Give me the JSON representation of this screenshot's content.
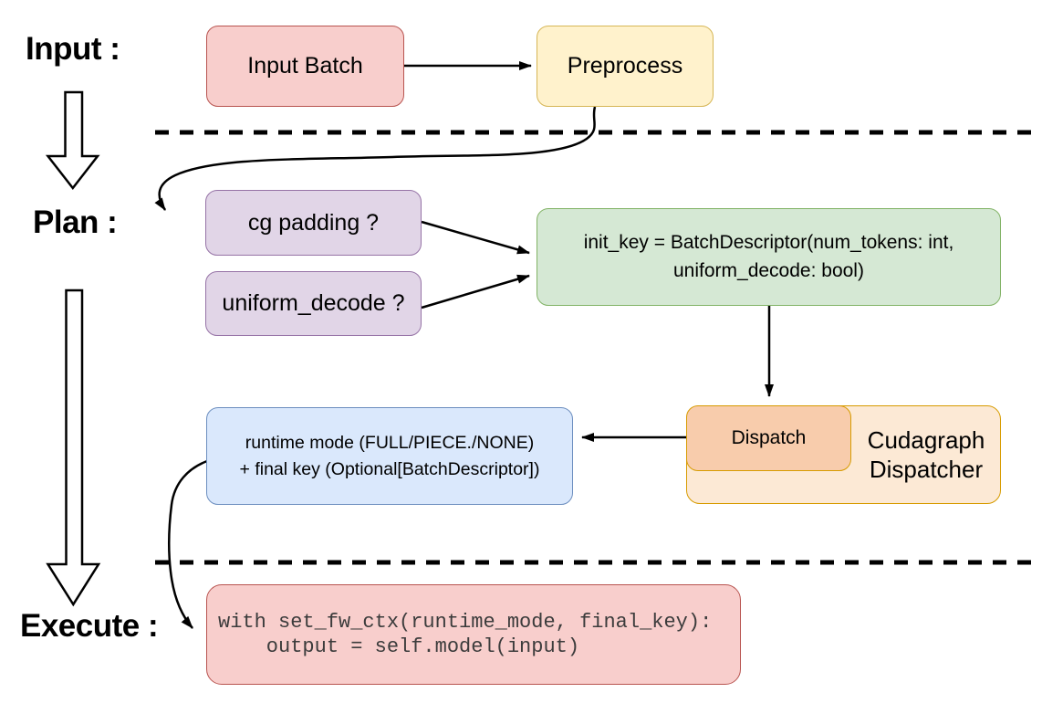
{
  "stages": {
    "input": {
      "label": "Input :"
    },
    "plan": {
      "label": "Plan :"
    },
    "execute": {
      "label": "Execute :"
    }
  },
  "nodes": {
    "input_batch": {
      "label": "Input Batch",
      "fill": "#F8CECC",
      "stroke": "#B85450"
    },
    "preprocess": {
      "label": "Preprocess",
      "fill": "#FFF2CC",
      "stroke": "#D6B656"
    },
    "cg_padding": {
      "label": "cg padding ?",
      "fill": "#E1D5E7",
      "stroke": "#9673A6"
    },
    "uniform_decode": {
      "label": "uniform_decode ?",
      "fill": "#E1D5E7",
      "stroke": "#9673A6"
    },
    "init_key": {
      "label": "init_key = BatchDescriptor(num_tokens: int,\nuniform_decode: bool)",
      "fill": "#D5E8D4",
      "stroke": "#82B366"
    },
    "runtime_mode": {
      "label": "runtime mode (FULL/PIECE./NONE)\n+ final key (Optional[BatchDescriptor])",
      "fill": "#DAE8FC",
      "stroke": "#6C8EBF"
    },
    "dispatch": {
      "label": "Dispatch",
      "fill": "#F8CCAC",
      "stroke": "#D79B00"
    },
    "cudagraph_dispatcher": {
      "label": "Cudagraph\nDispatcher",
      "fill": "#FCE9D5",
      "stroke": "#D79B00"
    },
    "execute_code": {
      "label": "with set_fw_ctx(runtime_mode, final_key):\n    output = self.model(input)",
      "fill": "#F8CECC",
      "stroke": "#B85450"
    }
  },
  "connector_color": "#000000"
}
